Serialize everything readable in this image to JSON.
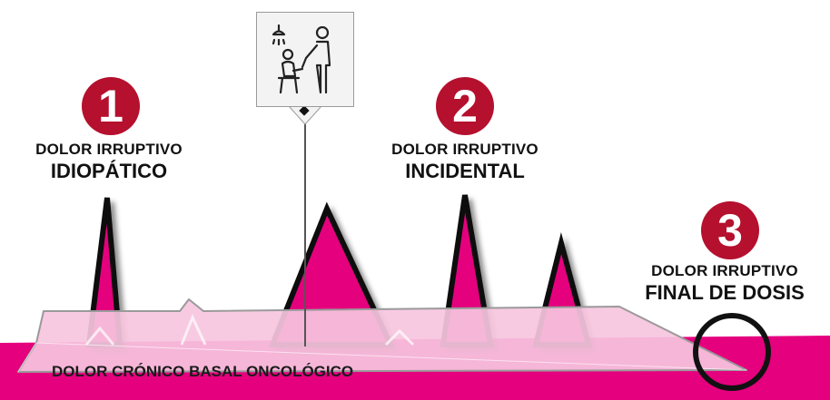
{
  "episodes": [
    {
      "number": "1",
      "line1": "DOLOR IRRUPTIVO",
      "line2": "IDIOPÁTICO"
    },
    {
      "number": "2",
      "line1": "DOLOR IRRUPTIVO",
      "line2": "INCIDENTAL"
    },
    {
      "number": "3",
      "line1": "DOLOR IRRUPTIVO",
      "line2": "FINAL DE DOSIS"
    }
  ],
  "baseline_label": "DOLOR CRÓNICO BASAL ONCOLÓGICO",
  "icon": "shower-assistance-icon",
  "colors": {
    "accent": "#b5102e",
    "peak": "#e5007e",
    "baseline_band": "#f7c6e0",
    "outline": "#111111"
  }
}
